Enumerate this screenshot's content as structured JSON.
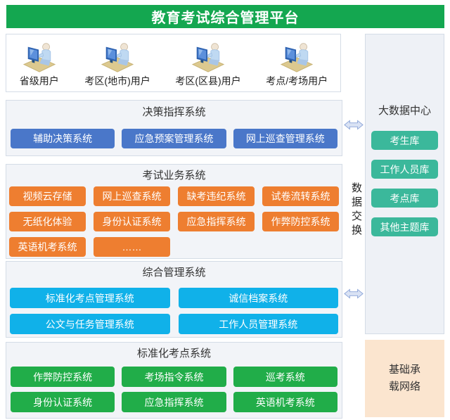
{
  "header": {
    "title": "教育考试综合管理平台"
  },
  "users": {
    "items": [
      "省级用户",
      "考区(地市)用户",
      "考区(区县)用户",
      "考点/考场用户"
    ]
  },
  "sections": [
    {
      "title": "决策指挥系统",
      "buttons": [
        "辅助决策系统",
        "应急预案管理系统",
        "网上巡查管理系统"
      ]
    },
    {
      "title": "考试业务系统",
      "buttons": [
        "视频云存储",
        "网上巡查系统",
        "缺考违纪系统",
        "试卷流转系统",
        "无纸化体验",
        "身份认证系统",
        "应急指挥系统",
        "作弊防控系统",
        "英语机考系统",
        "……"
      ]
    },
    {
      "title": "综合管理系统",
      "buttons": [
        "标准化考点管理系统",
        "诚信档案系统",
        "公文与任务管理系统",
        "工作人员管理系统"
      ]
    },
    {
      "title": "标准化考点系统",
      "buttons": [
        "作弊防控系统",
        "考场指令系统",
        "巡考系统",
        "身份认证系统",
        "应急指挥系统",
        "英语机考系统"
      ]
    }
  ],
  "exchange": {
    "label": "数据交换"
  },
  "big_data_center": {
    "title": "大数据中心",
    "buttons": [
      "考生库",
      "工作人员库",
      "考点库",
      "其他主题库"
    ]
  },
  "network": {
    "label": "基础承载网络"
  },
  "colors": {
    "header_green": "#14A750",
    "decision_blue": "#4A77C9",
    "business_orange": "#EE7E30",
    "management_cyan": "#10B1E9",
    "testsite_green": "#21AD49",
    "database_teal": "#3BB89B",
    "network_peach": "#FBE5CF"
  }
}
